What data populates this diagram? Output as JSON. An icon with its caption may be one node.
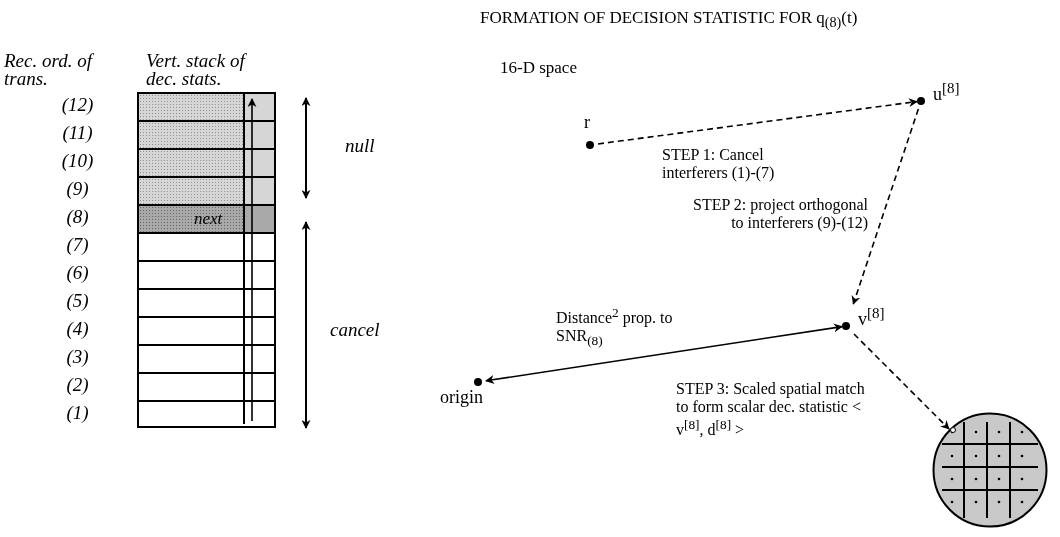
{
  "diagram": {
    "title": "FORMATION OF DECISION STATISTIC FOR q$_{(8)}$(t)",
    "nodes": [
      {
        "text": [],
        "shape": "box"
      },
      {
        "text": [],
        "shape": "box",
        "in": 0
      },
      {
        "text": [],
        "shape": "box",
        "in": 0
      },
      {
        "text": [],
        "shape": "box",
        "in": 0
      },
      {
        "text": [],
        "shape": "box",
        "in": 0
      },
      {
        "text": [
          "next"
        ],
        "in": 0
      },
      {
        "text": [],
        "shape": "box",
        "in": 0
      },
      {
        "text": [],
        "shape": "box",
        "in": 0
      },
      {
        "text": [],
        "shape": "box",
        "in": 0
      },
      {
        "text": [],
        "shape": "box",
        "in": 0
      },
      {
        "text": [],
        "shape": "box",
        "in": 0
      },
      {
        "text": [],
        "shape": "box",
        "in": 0
      },
      {
        "text": [],
        "shape": "box",
        "in": 0
      },
      {
        "text": [
          "r"
        ]
      },
      {
        "text": [
          "u$^{[8]}$"
        ]
      },
      {
        "text": [
          "v$^{[8]}$"
        ]
      },
      {
        "text": [
          "origin"
        ]
      },
      {
        "text": [],
        "shape": "picture"
      }
    ],
    "edges": [
      {
        "from": 13,
        "to": 14,
        "arrow": "to",
        "style": "dashed",
        "label": "STEP 1: Cancel interferers (1)-(7)"
      },
      {
        "from": 14,
        "to": 15,
        "arrow": "to",
        "style": "dashed",
        "label": "STEP 2: project orthogonal to interferers (9)-(12)"
      },
      {
        "from": 16,
        "to": 15,
        "arrow": "both",
        "label": "Distance$^{2}$ prop. to SNR$_{(8)}$"
      },
      {
        "from": 15,
        "to": 17,
        "arrow": "to",
        "style": "dashed",
        "label": "STEP 3: Scaled spatial match to form scalar dec. statistic < v$^{[8]}$, d$^{[8]}$ >"
      },
      {
        "from": 12,
        "to": 1,
        "arrow": "to"
      }
    ],
    "labels": [
      "Rec. ord. of trans.",
      "Vert. stack of dec. stats.",
      "16-D space",
      "(12)",
      "(11)",
      "(10)",
      "(9)",
      "(8)",
      "(7)",
      "(6)",
      "(5)",
      "(4)",
      "(3)",
      "(2)",
      "(1)",
      "null",
      "cancel"
    ]
  }
}
